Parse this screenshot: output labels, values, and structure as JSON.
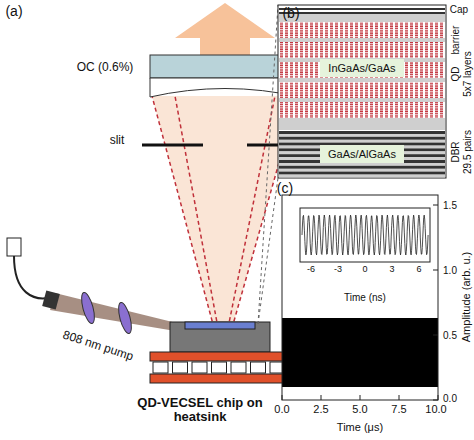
{
  "diagram": {
    "nodes": [
      {
        "text": [
          "InGaAs/GaAs"
        ]
      },
      {
        "text": [
          "GaAs/AlGaAs"
        ]
      }
    ],
    "labels": [
      "(a)",
      "OC (0.6%)",
      "slit",
      "808 nm pump",
      "QD-VECSEL chip on heatsink",
      "(b)",
      "Cap",
      "barrier",
      "QD",
      "5x7 layers",
      "DBR",
      "29.5 pairs",
      "(c)",
      "Amplitude (arb. u.)",
      "Time (μs)",
      "0.0",
      "2.5",
      "5.0",
      "7.5",
      "10.0",
      "0.0",
      "0.5",
      "1.0",
      "1.5",
      "Time (ns)",
      "-6",
      "-3",
      "0",
      "3",
      "6"
    ]
  }
}
